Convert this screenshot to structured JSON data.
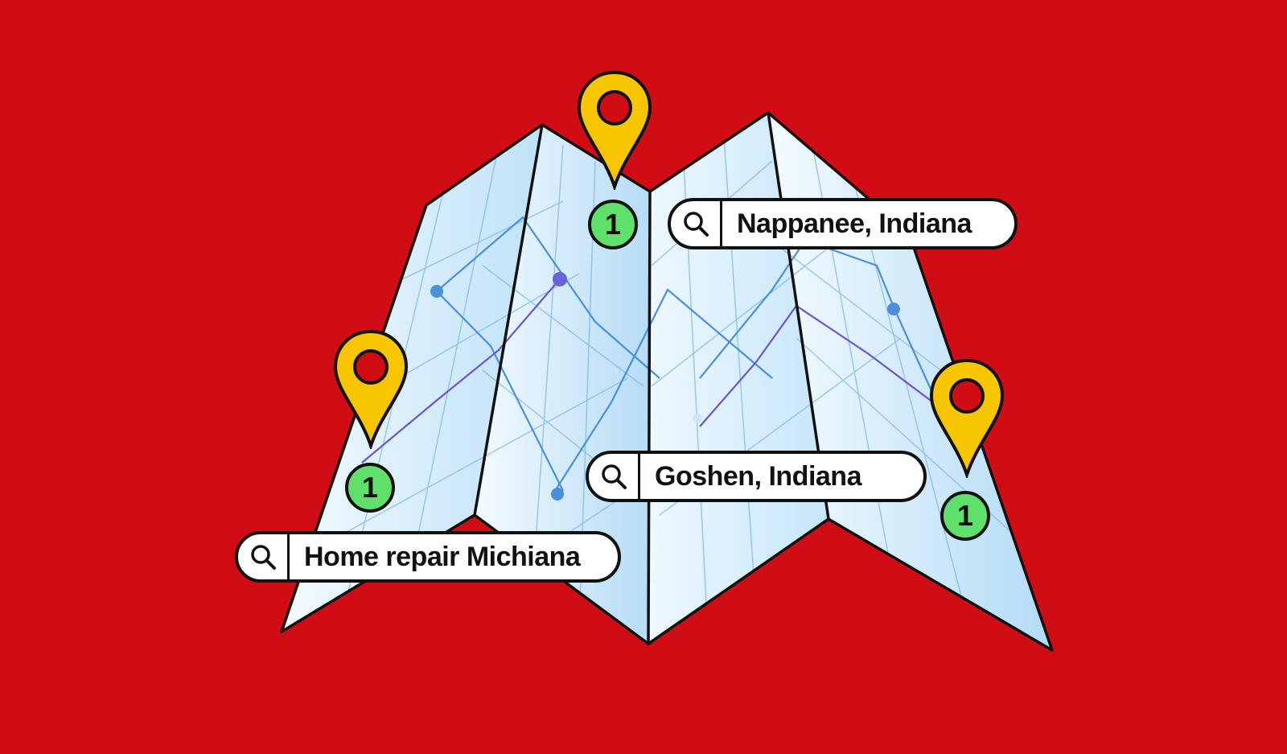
{
  "colors": {
    "background": "#d00d14",
    "map_fill_light": "#f2faff",
    "map_fill_dark": "#b9def7",
    "map_line": "#4a90e2",
    "route_line": "#6a5acd",
    "pin": "#f7c600",
    "badge": "#5fe06a",
    "outline": "#111111"
  },
  "searches": [
    {
      "label": "Nappanee, Indiana",
      "icon": "search-icon"
    },
    {
      "label": "Goshen, Indiana",
      "icon": "search-icon"
    },
    {
      "label": "Home repair Michiana",
      "icon": "search-icon"
    }
  ],
  "pins": [
    {
      "icon": "map-pin-icon",
      "rank": "1"
    },
    {
      "icon": "map-pin-icon",
      "rank": "1"
    },
    {
      "icon": "map-pin-icon",
      "rank": "1"
    }
  ]
}
